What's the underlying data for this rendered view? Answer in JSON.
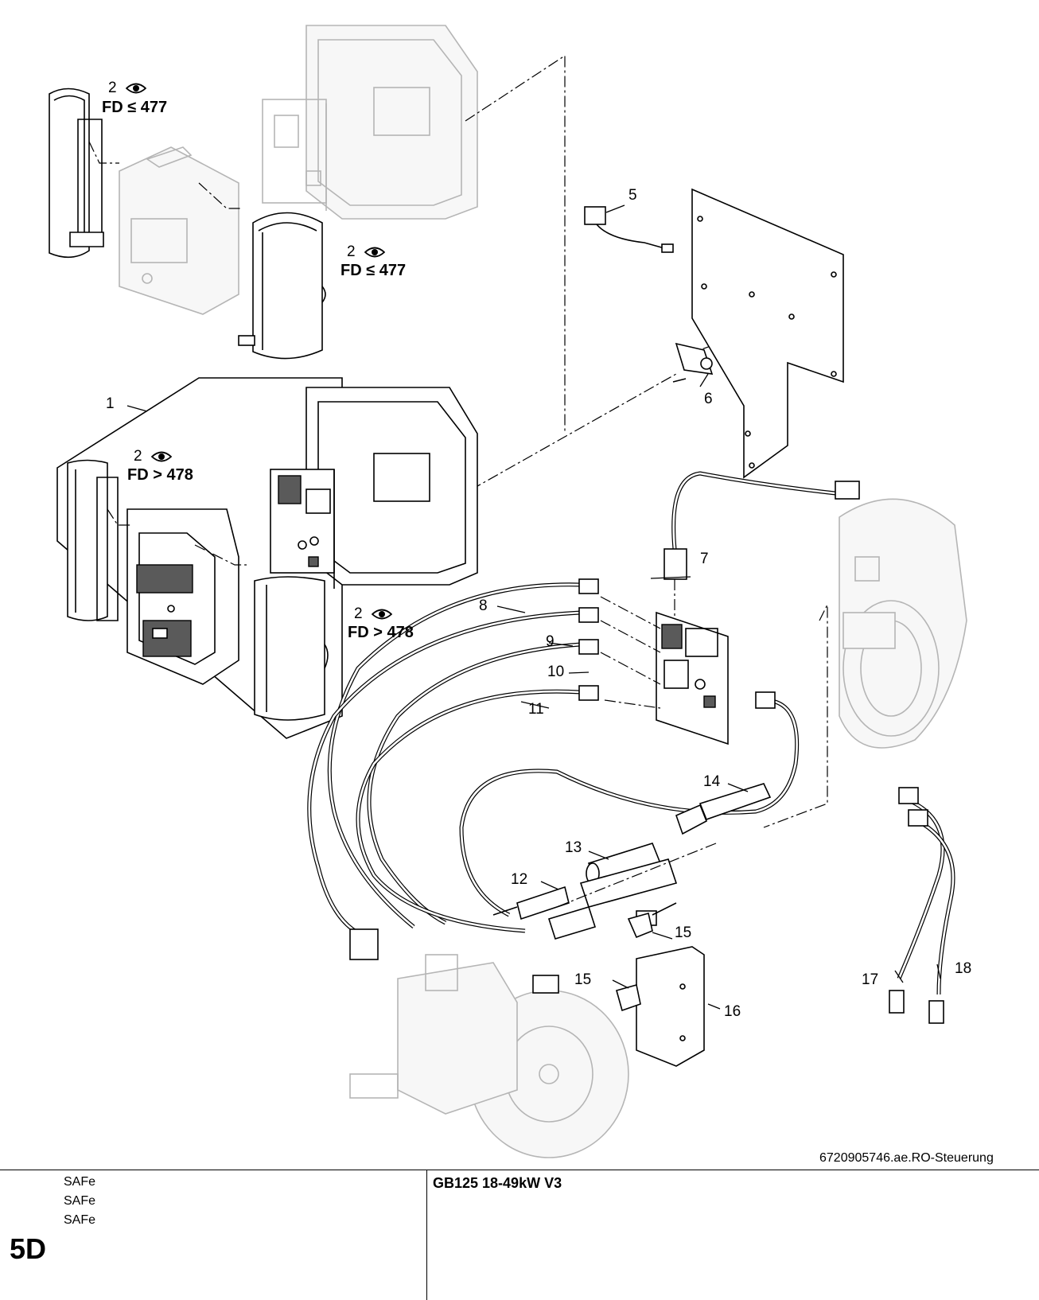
{
  "callouts": {
    "c1": "1",
    "c2a": "2",
    "c2a_sub": "FD ≤ 477",
    "c2b": "2",
    "c2b_sub": "FD ≤ 477",
    "c2c": "2",
    "c2c_sub": "FD > 478",
    "c2d": "2",
    "c2d_sub": "FD > 478",
    "c5": "5",
    "c6": "6",
    "c7": "7",
    "c8": "8",
    "c9": "9",
    "c10": "10",
    "c11": "11",
    "c12": "12",
    "c13": "13",
    "c14": "14",
    "c15a": "15",
    "c15b": "15",
    "c16": "16",
    "c17": "17",
    "c18": "18"
  },
  "drawing_ref": "6720905746.ae.RO-Steuerung",
  "footer": {
    "section_code": "5D",
    "variants": [
      "SAFe",
      "SAFe",
      "SAFe"
    ],
    "model_title": "GB125 18-49kW V3"
  },
  "colors": {
    "line": "#000000",
    "ghost": "#b5b5b5"
  }
}
